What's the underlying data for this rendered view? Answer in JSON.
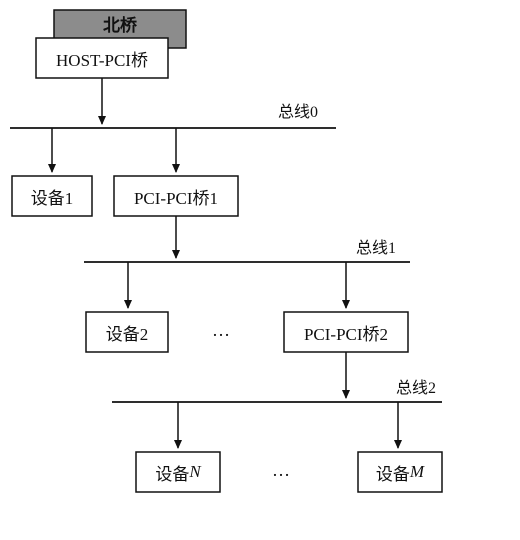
{
  "colors": {
    "line": "#111111",
    "north_bridge_fill": "#8c8c8c",
    "box_fill": "#ffffff"
  },
  "nodes": {
    "north_bridge": "北桥",
    "host_pci_bridge": "HOST-PCI桥",
    "device_1": "设备1",
    "pci_pci_bridge_1": "PCI-PCI桥1",
    "device_2": "设备2",
    "pci_pci_bridge_2": "PCI-PCI桥2",
    "device_n_prefix": "设备",
    "device_n_var": "N",
    "device_m_prefix": "设备",
    "device_m_var": "M"
  },
  "buses": {
    "bus_0": "总线0",
    "bus_1": "总线1",
    "bus_2": "总线2"
  },
  "ellipsis": "…"
}
